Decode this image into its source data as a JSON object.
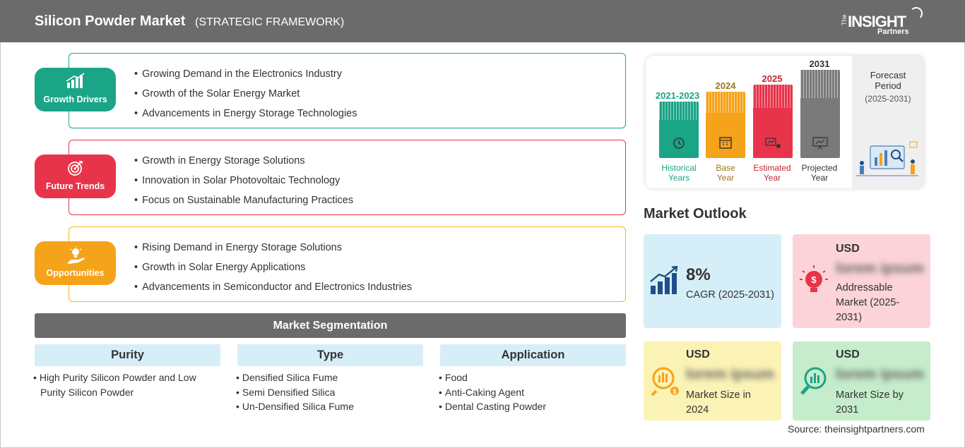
{
  "header": {
    "title": "Silicon Powder Market",
    "subtitle": "(STRATEGIC FRAMEWORK)",
    "logo": {
      "the": "The",
      "insight": "INSIGHT",
      "partners": "Partners"
    }
  },
  "framework": [
    {
      "label": "Growth Drivers",
      "icon": "bar-chart-growth-icon",
      "color": "#1aa587",
      "items": [
        "Growing Demand in the Electronics Industry",
        "Growth of the Solar Energy Market",
        "Advancements in Energy Storage Technologies"
      ]
    },
    {
      "label": "Future Trends",
      "icon": "target-icon",
      "color": "#e8344b",
      "items": [
        "Growth in Energy Storage Solutions",
        "Innovation in Solar Photovoltaic Technology",
        "Focus on Sustainable Manufacturing Practices"
      ]
    },
    {
      "label": "Opportunities",
      "icon": "lightbulb-hand-icon",
      "color": "#f5a31a",
      "items": [
        "Rising Demand in Energy Storage Solutions",
        "Growth in Solar Energy Applications",
        "Advancements in Semiconductor and Electronics Industries"
      ]
    }
  ],
  "segmentation": {
    "title": "Market Segmentation",
    "columns": [
      {
        "header": "Purity",
        "items": [
          "High Purity Silicon Powder and Low Purity Silicon Powder"
        ]
      },
      {
        "header": "Type",
        "items": [
          "Densified Silica Fume",
          "Semi Densified Silica",
          "Un-Densified Silica Fume"
        ]
      },
      {
        "header": "Application",
        "items": [
          "Food",
          "Anti-Caking Agent",
          "Dental Casting Powder"
        ]
      }
    ]
  },
  "timeline": [
    {
      "year": "2021-2023",
      "label1": "Historical",
      "label2": "Years",
      "color": "#1aa587",
      "icon": "history-clock-icon"
    },
    {
      "year": "2024",
      "label1": "Base",
      "label2": "Year",
      "color": "#f5a31a",
      "icon": "calendar-icon"
    },
    {
      "year": "2025",
      "label1": "Estimated",
      "label2": "Year",
      "color": "#e8344b",
      "icon": "estimate-chart-icon"
    },
    {
      "year": "2031",
      "label1": "Projected",
      "label2": "Year",
      "color": "#7a7a7a",
      "icon": "presentation-board-icon"
    }
  ],
  "forecast": {
    "title1": "Forecast",
    "title2": "Period",
    "range": "(2025-2031)"
  },
  "outlook": {
    "title": "Market Outlook",
    "cagr": {
      "value": "8%",
      "label": "CAGR (2025-2031)",
      "icon": "growth-chart-icon"
    },
    "addressable": {
      "currency": "USD",
      "value": "lorem ipsum",
      "label": "Addressable Market (2025-2031)",
      "icon": "money-bulb-icon"
    },
    "size2024": {
      "currency": "USD",
      "value": "lorem ipsum",
      "label": "Market Size in 2024",
      "icon": "magnifier-coins-icon"
    },
    "size2031": {
      "currency": "USD",
      "value": "lorem ipsum",
      "label": "Market Size by 2031",
      "icon": "magnifier-chart-icon"
    }
  },
  "source": "Source: theinsightpartners.com"
}
